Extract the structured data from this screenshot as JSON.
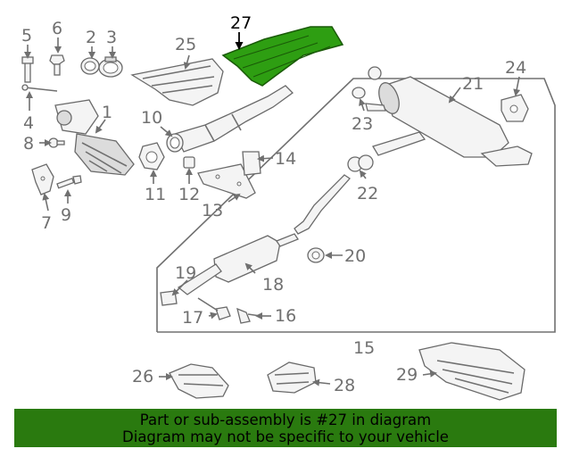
{
  "callouts": {
    "c1": "1",
    "c2": "2",
    "c3": "3",
    "c4": "4",
    "c5": "5",
    "c6": "6",
    "c7": "7",
    "c8": "8",
    "c9": "9",
    "c10": "10",
    "c11": "11",
    "c12": "12",
    "c13": "13",
    "c14": "14",
    "c15": "15",
    "c16": "16",
    "c17": "17",
    "c18": "18",
    "c19": "19",
    "c20": "20",
    "c21": "21",
    "c22": "22",
    "c23": "23",
    "c24": "24",
    "c25": "25",
    "c26": "26",
    "c27": "27",
    "c28": "28",
    "c29": "29"
  },
  "highlight": {
    "part": "27",
    "color": "#2e9e12"
  },
  "banner": {
    "line1": "Part or sub-assembly is #27 in diagram",
    "line2": "Diagram may not be specific to your vehicle",
    "color": "#2a7a0f"
  }
}
